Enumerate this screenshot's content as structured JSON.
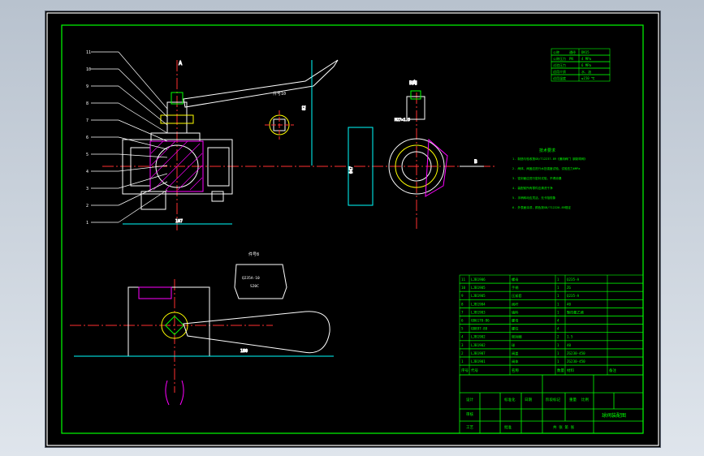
{
  "colors": {
    "background": "#000000",
    "border": "#ffffff",
    "geometry": "#ffffff",
    "frame": "#00ff00",
    "centerline": "#ff3030",
    "dimension": "#00ffff",
    "hatch": "#ff00ff",
    "annotation": "#ffff00"
  },
  "views": {
    "section_label": "A",
    "arrow_label": "B",
    "side_view_title": "B向",
    "handle_detail_title": "件号10",
    "plate_detail_title": "件号8",
    "plate_text_1": "Q235A-10",
    "plate_text_2": "S20C",
    "dim_overall_length": "107",
    "dim_handle_length": "180",
    "dim_height": "82",
    "dim_side_width": "Φ47",
    "dim_thread": "M27×1.5"
  },
  "leaders": [
    "11",
    "10",
    "9",
    "8",
    "7",
    "6",
    "5",
    "4",
    "3",
    "2",
    "1"
  ],
  "spec_table": {
    "rows": [
      [
        "公称",
        "通径",
        "DN15"
      ],
      [
        "公称压力",
        "PN",
        "4 MPa"
      ],
      [
        "试验压力",
        "",
        "6 MPa"
      ],
      [
        "适用介质",
        "",
        "水、油"
      ],
      [
        "适用温度",
        "",
        "≤150 ℃"
      ]
    ]
  },
  "tech_requirements": {
    "title": "技术要求",
    "items": [
      "1. 制造与验收按GB/T12237-89《通用阀门 钢制球阀》",
      "2. 阀体、阀盖应进行水压强度试验，试验压力6MPa",
      "3. 密封面应进行密封试验，不得渗漏",
      "4. 装配前所有零件应清洗干净",
      "5. 手柄转动应灵活，无卡阻现象",
      "6. 外表面涂漆，颜色按GB/T12220-89规定"
    ]
  },
  "bom": {
    "rows": [
      [
        "11",
        "LJB1906",
        "螺母",
        "1",
        "Q235-A",
        ""
      ],
      [
        "10",
        "LJB1905",
        "手柄",
        "1",
        "ZG",
        ""
      ],
      [
        "9",
        "LJB1905",
        "压紧套",
        "1",
        "Q235-A",
        ""
      ],
      [
        "8",
        "LJB1904",
        "阀杆",
        "1",
        "40",
        ""
      ],
      [
        "7",
        "LJB1903",
        "填料",
        "1",
        "聚四氟乙烯",
        ""
      ],
      [
        "6",
        "GB6170-86",
        "螺母",
        "4",
        "",
        ""
      ],
      [
        "5",
        "GB897-88",
        "螺柱",
        "4",
        "",
        ""
      ],
      [
        "4",
        "LJB1902",
        "密封圈",
        "2",
        "1.5",
        ""
      ],
      [
        "3",
        "LJB1902",
        "球",
        "1",
        "40",
        ""
      ],
      [
        "2",
        "LJB1907",
        "阀盖",
        "1",
        "ZG230-450",
        ""
      ],
      [
        "1",
        "LJB1901",
        "阀体",
        "1",
        "ZG230-450",
        ""
      ]
    ],
    "header": [
      "序号",
      "代号",
      "名称",
      "数量",
      "材料",
      "备注"
    ]
  },
  "title_block": {
    "drawing_name": "球阀装配图",
    "label_scale": "比例",
    "label_weight": "重量",
    "label_sheets": "共 张 第 张",
    "label_design": "设计",
    "label_check": "审核",
    "label_process": "工艺",
    "label_approve": "批准",
    "label_standard": "标准化",
    "label_date": "日期",
    "label_stage": "阶段标记"
  }
}
